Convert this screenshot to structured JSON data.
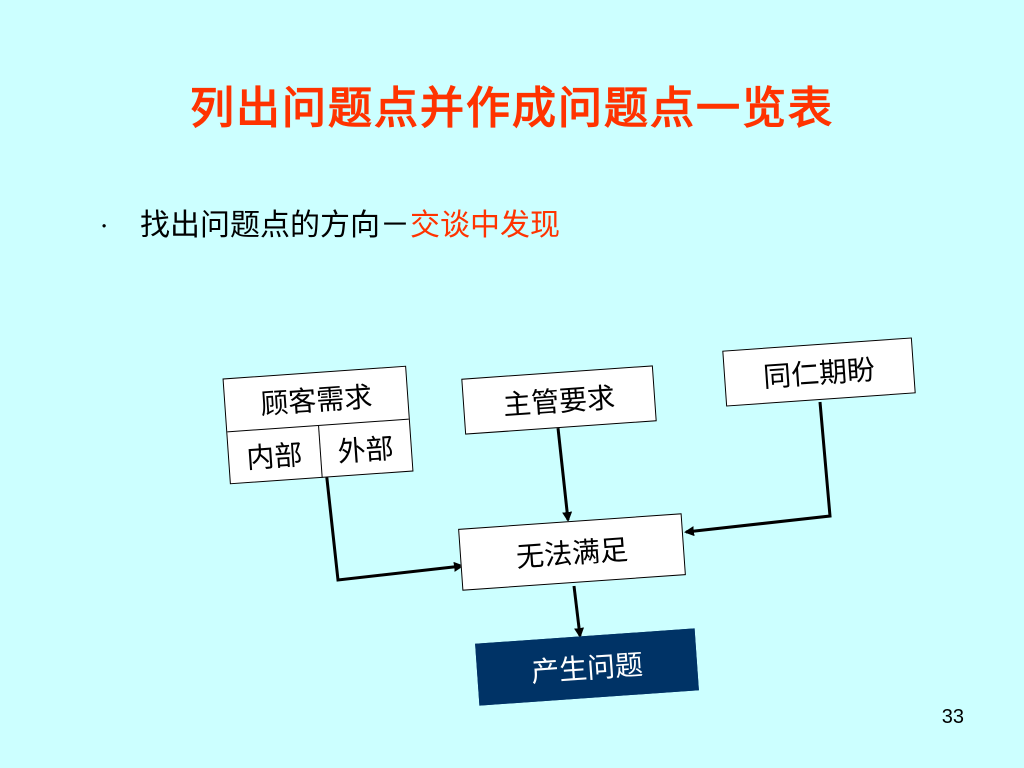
{
  "title": "列出问题点并作成问题点一览表",
  "bullet": {
    "marker": "·",
    "prefix": "找出问题点的方向－",
    "highlight": "交谈中发现"
  },
  "diagram": {
    "customer_need": {
      "label": "顾客需求",
      "internal": "内部",
      "external": "外部"
    },
    "manager_request": "主管要求",
    "colleague_expectation": "同仁期盼",
    "unsatisfied": "无法满足",
    "problem": "产生问题"
  },
  "page_number": "33",
  "colors": {
    "background": "#ccffff",
    "title": "#ff3300",
    "highlight": "#ff3300",
    "problem_box": "#003366"
  }
}
